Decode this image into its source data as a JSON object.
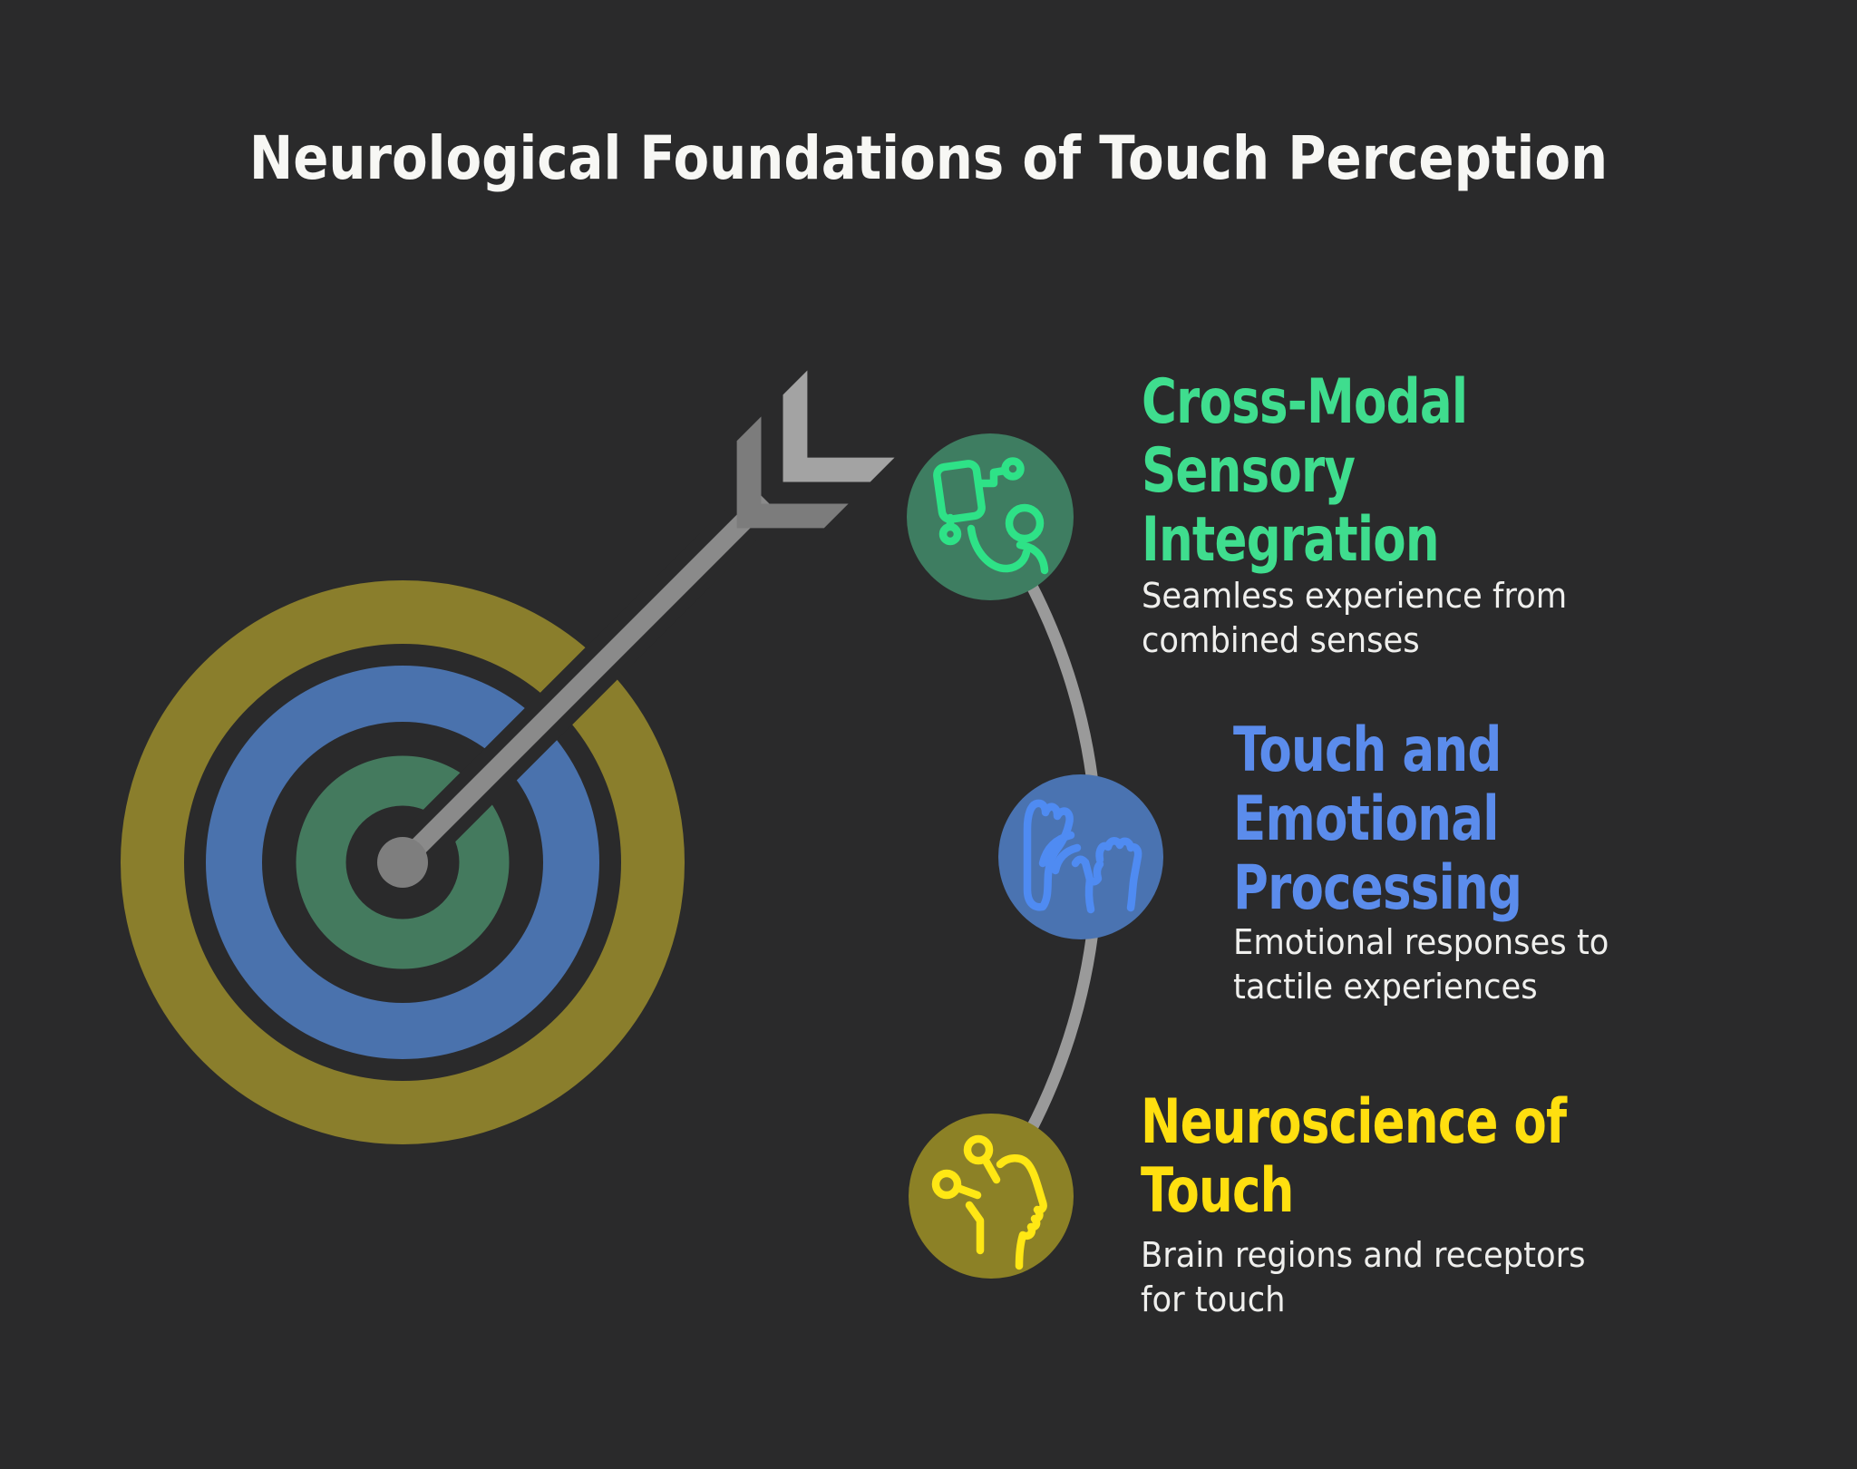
{
  "title": "Neurological Foundations of Touch Perception",
  "background_color": "#2a2a2b",
  "title_color": "#f7f7f4",
  "body_text_color": "#efefed",
  "graphic": {
    "connector_color": "#9a9a9a",
    "arrow": {
      "shaft_color": "#8a8a8a",
      "feather_front_color": "#7c7c7c",
      "feather_back_color": "#a3a3a3",
      "center_dot_color": "#7e7e7e"
    },
    "target": {
      "outer_ring_color": "#8a7e2c",
      "middle_ring_color": "#4a72ad",
      "inner_ring_color": "#447a5e"
    }
  },
  "items": [
    {
      "heading": "Cross-Modal\nSensory\nIntegration",
      "description": "Seamless experience from\ncombined senses",
      "accent_color": "#3fdd8e",
      "circle_fill": "#3e7d61",
      "icon_stroke": "#2ee287",
      "icon": "device-person-integration-icon"
    },
    {
      "heading": "Touch and\nEmotional\nProcessing",
      "description": "Emotional responses to\ntactile experiences",
      "accent_color": "#5b8cec",
      "circle_fill": "#4a73b1",
      "icon_stroke": "#4f8bf2",
      "icon": "hand-touch-waves-icon"
    },
    {
      "heading": "Neuroscience of\nTouch",
      "description": "Brain regions and receptors\nfor touch",
      "accent_color": "#ffdf0f",
      "circle_fill": "#8c8126",
      "icon_stroke": "#ffe714",
      "icon": "head-neurons-icon"
    }
  ]
}
